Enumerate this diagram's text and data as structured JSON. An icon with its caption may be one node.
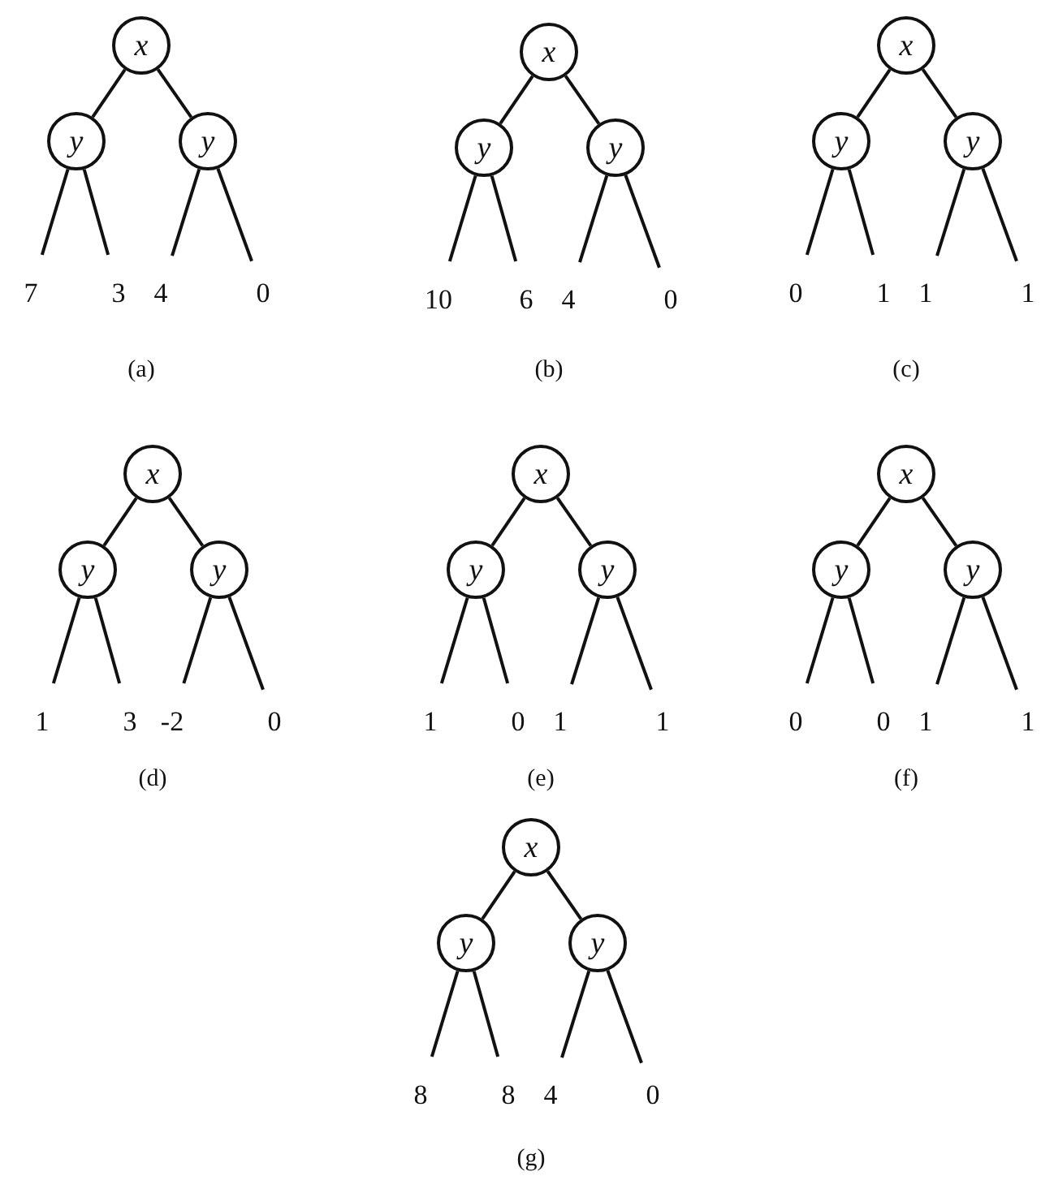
{
  "diagram": {
    "nodes": [
      {
        "text": [
          "x"
        ]
      },
      {
        "text": [
          "y"
        ]
      },
      {
        "text": [
          "y"
        ]
      },
      {
        "text": [
          "7"
        ]
      },
      {
        "text": [
          "3"
        ]
      },
      {
        "text": [
          "4"
        ]
      },
      {
        "text": [
          "0"
        ]
      },
      {
        "text": [
          "x"
        ]
      },
      {
        "text": [
          "y"
        ]
      },
      {
        "text": [
          "y"
        ]
      },
      {
        "text": [
          "10"
        ]
      },
      {
        "text": [
          "6"
        ]
      },
      {
        "text": [
          "4"
        ]
      },
      {
        "text": [
          "0"
        ]
      },
      {
        "text": [
          "x"
        ]
      },
      {
        "text": [
          "y"
        ]
      },
      {
        "text": [
          "y"
        ]
      },
      {
        "text": [
          "0"
        ]
      },
      {
        "text": [
          "1"
        ]
      },
      {
        "text": [
          "1"
        ]
      },
      {
        "text": [
          "1"
        ]
      },
      {
        "text": [
          "x"
        ]
      },
      {
        "text": [
          "y"
        ]
      },
      {
        "text": [
          "y"
        ]
      },
      {
        "text": [
          "1"
        ]
      },
      {
        "text": [
          "3"
        ]
      },
      {
        "text": [
          "-2"
        ]
      },
      {
        "text": [
          "0"
        ]
      },
      {
        "text": [
          "x"
        ]
      },
      {
        "text": [
          "y"
        ]
      },
      {
        "text": [
          "y"
        ]
      },
      {
        "text": [
          "1"
        ]
      },
      {
        "text": [
          "0"
        ]
      },
      {
        "text": [
          "1"
        ]
      },
      {
        "text": [
          "1"
        ]
      },
      {
        "text": [
          "x"
        ]
      },
      {
        "text": [
          "y"
        ]
      },
      {
        "text": [
          "y"
        ]
      },
      {
        "text": [
          "0"
        ]
      },
      {
        "text": [
          "0"
        ]
      },
      {
        "text": [
          "1"
        ]
      },
      {
        "text": [
          "1"
        ]
      },
      {
        "text": [
          "x"
        ]
      },
      {
        "text": [
          "y"
        ]
      },
      {
        "text": [
          "y"
        ]
      },
      {
        "text": [
          "8"
        ]
      },
      {
        "text": [
          "8"
        ]
      },
      {
        "text": [
          "4"
        ]
      },
      {
        "text": [
          "0"
        ]
      }
    ],
    "edges": [
      {
        "from": 0,
        "to": 1,
        "arrow": "none"
      },
      {
        "from": 0,
        "to": 2,
        "arrow": "none"
      },
      {
        "from": 1,
        "to": 3,
        "arrow": "none"
      },
      {
        "from": 1,
        "to": 4,
        "arrow": "none"
      },
      {
        "from": 2,
        "to": 5,
        "arrow": "none"
      },
      {
        "from": 2,
        "to": 6,
        "arrow": "none"
      },
      {
        "from": 7,
        "to": 8,
        "arrow": "none"
      },
      {
        "from": 7,
        "to": 9,
        "arrow": "none"
      },
      {
        "from": 8,
        "to": 10,
        "arrow": "none"
      },
      {
        "from": 8,
        "to": 11,
        "arrow": "none"
      },
      {
        "from": 9,
        "to": 12,
        "arrow": "none"
      },
      {
        "from": 9,
        "to": 13,
        "arrow": "none"
      },
      {
        "from": 14,
        "to": 15,
        "arrow": "none"
      },
      {
        "from": 14,
        "to": 16,
        "arrow": "none"
      },
      {
        "from": 15,
        "to": 17,
        "arrow": "none"
      },
      {
        "from": 15,
        "to": 18,
        "arrow": "none"
      },
      {
        "from": 16,
        "to": 19,
        "arrow": "none"
      },
      {
        "from": 16,
        "to": 20,
        "arrow": "none"
      },
      {
        "from": 21,
        "to": 22,
        "arrow": "none"
      },
      {
        "from": 21,
        "to": 23,
        "arrow": "none"
      },
      {
        "from": 22,
        "to": 24,
        "arrow": "none"
      },
      {
        "from": 22,
        "to": 25,
        "arrow": "none"
      },
      {
        "from": 23,
        "to": 26,
        "arrow": "none"
      },
      {
        "from": 23,
        "to": 27,
        "arrow": "none"
      },
      {
        "from": 28,
        "to": 29,
        "arrow": "none"
      },
      {
        "from": 28,
        "to": 30,
        "arrow": "none"
      },
      {
        "from": 29,
        "to": 31,
        "arrow": "none"
      },
      {
        "from": 29,
        "to": 32,
        "arrow": "none"
      },
      {
        "from": 30,
        "to": 33,
        "arrow": "none"
      },
      {
        "from": 30,
        "to": 34,
        "arrow": "none"
      },
      {
        "from": 35,
        "to": 36,
        "arrow": "none"
      },
      {
        "from": 35,
        "to": 37,
        "arrow": "none"
      },
      {
        "from": 36,
        "to": 38,
        "arrow": "none"
      },
      {
        "from": 36,
        "to": 39,
        "arrow": "none"
      },
      {
        "from": 37,
        "to": 40,
        "arrow": "none"
      },
      {
        "from": 37,
        "to": 41,
        "arrow": "none"
      },
      {
        "from": 42,
        "to": 43,
        "arrow": "none"
      },
      {
        "from": 42,
        "to": 44,
        "arrow": "none"
      },
      {
        "from": 43,
        "to": 45,
        "arrow": "none"
      },
      {
        "from": 43,
        "to": 46,
        "arrow": "none"
      },
      {
        "from": 44,
        "to": 47,
        "arrow": "none"
      },
      {
        "from": 44,
        "to": 48,
        "arrow": "none"
      }
    ],
    "labels": [
      "(a)",
      "(b)",
      "(c)",
      "(d)",
      "(e)",
      "(f)",
      "(g)"
    ]
  }
}
